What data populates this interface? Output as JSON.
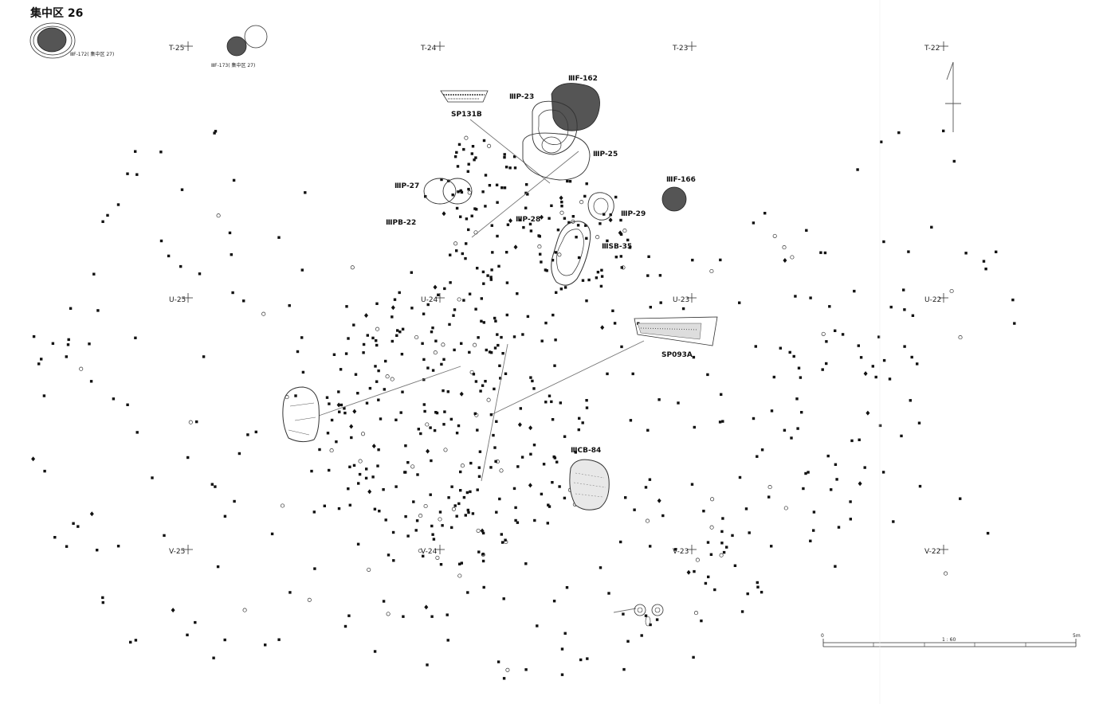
{
  "title": "集中区 26",
  "grid_points": [
    {
      "label": "T-25"
    },
    {
      "label": "T-24"
    },
    {
      "label": "T-23"
    },
    {
      "label": "T-22"
    },
    {
      "label": "U-25"
    },
    {
      "label": "U-24"
    },
    {
      "label": "U-23"
    },
    {
      "label": "U-22"
    },
    {
      "label": "V-25"
    },
    {
      "label": "V-24"
    },
    {
      "label": "V-23"
    },
    {
      "label": "V-22"
    }
  ],
  "features": {
    "f172": "ⅢF-172( 集中区 27)",
    "f173": "ⅢF-173( 集中区 27)",
    "f162": "ⅢF-162",
    "f166": "ⅢF-166",
    "p23": "ⅢP-23",
    "p25": "ⅢP-25",
    "p27": "ⅢP-27",
    "p28": "ⅢP-28",
    "p29": "ⅢP-29",
    "pb22": "ⅢPB-22",
    "sb35": "ⅢSB-35",
    "cb84": "ⅢCB-84",
    "sp131b": "SP131B",
    "sp093a": "SP093A"
  },
  "scale_bar": {
    "start": "0",
    "end": "5m",
    "ratio": "1 : 60"
  },
  "colors": {
    "ink": "#111111",
    "fill_dark": "#555555",
    "line": "#777777"
  }
}
